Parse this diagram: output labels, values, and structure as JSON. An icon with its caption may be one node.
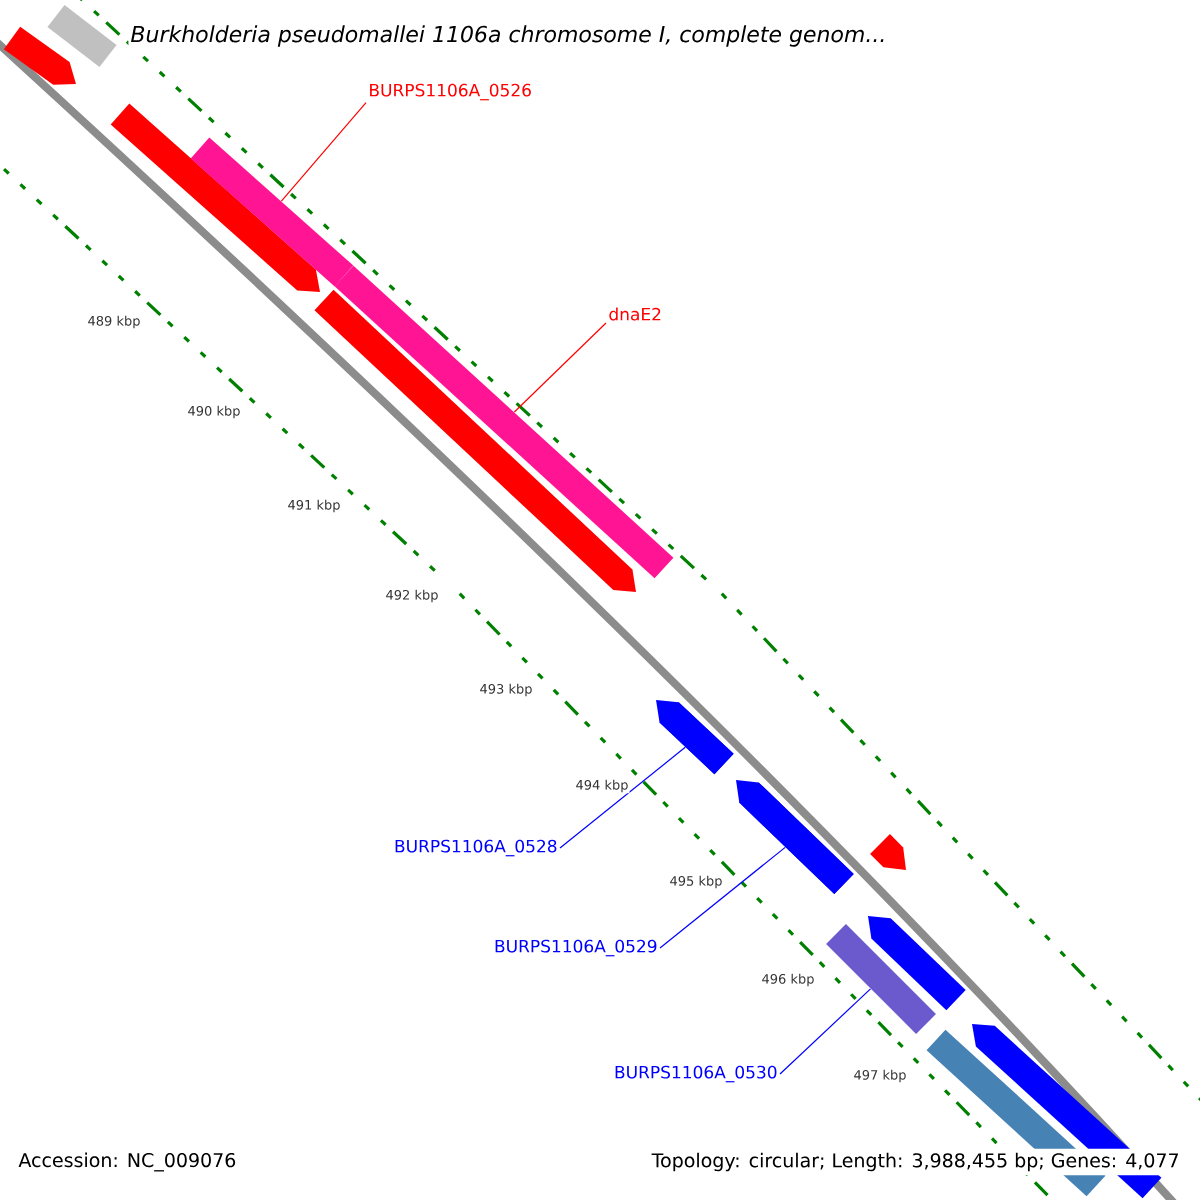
{
  "diagram": {
    "title": "Burkholderia pseudomallei 1106a chromosome I, complete genom...",
    "nodes": [
      {
        "text": [
          "BURPS1106A_0526"
        ]
      },
      {
        "text": [],
        "shape": "bar"
      },
      {
        "text": [
          "dnaE2"
        ]
      },
      {
        "text": [],
        "shape": "bar"
      },
      {
        "text": [
          "BURPS1106A_0528"
        ]
      },
      {
        "text": [],
        "shape": "arrow"
      },
      {
        "text": [
          "BURPS1106A_0529"
        ]
      },
      {
        "text": [],
        "shape": "arrow"
      },
      {
        "text": [
          "BURPS1106A_0530"
        ]
      },
      {
        "text": [],
        "shape": "bar"
      }
    ],
    "edges": [
      {
        "from": 0,
        "to": 1,
        "arrow": "none",
        "color": "#ff0000"
      },
      {
        "from": 2,
        "to": 3,
        "arrow": "none",
        "color": "#ff0000"
      },
      {
        "from": 4,
        "to": 5,
        "arrow": "none"
      },
      {
        "from": 6,
        "to": 7,
        "arrow": "none"
      },
      {
        "from": 8,
        "to": 9,
        "arrow": "none"
      }
    ],
    "labels": [
      "489 kbp",
      "490 kbp",
      "491 kbp",
      "492 kbp",
      "493 kbp",
      "494 kbp",
      "495 kbp",
      "496 kbp",
      "497 kbp",
      "Accession: NC_009076",
      "Topology: circular; Length: 3,988,455 bp; Genes: 4,077"
    ]
  }
}
